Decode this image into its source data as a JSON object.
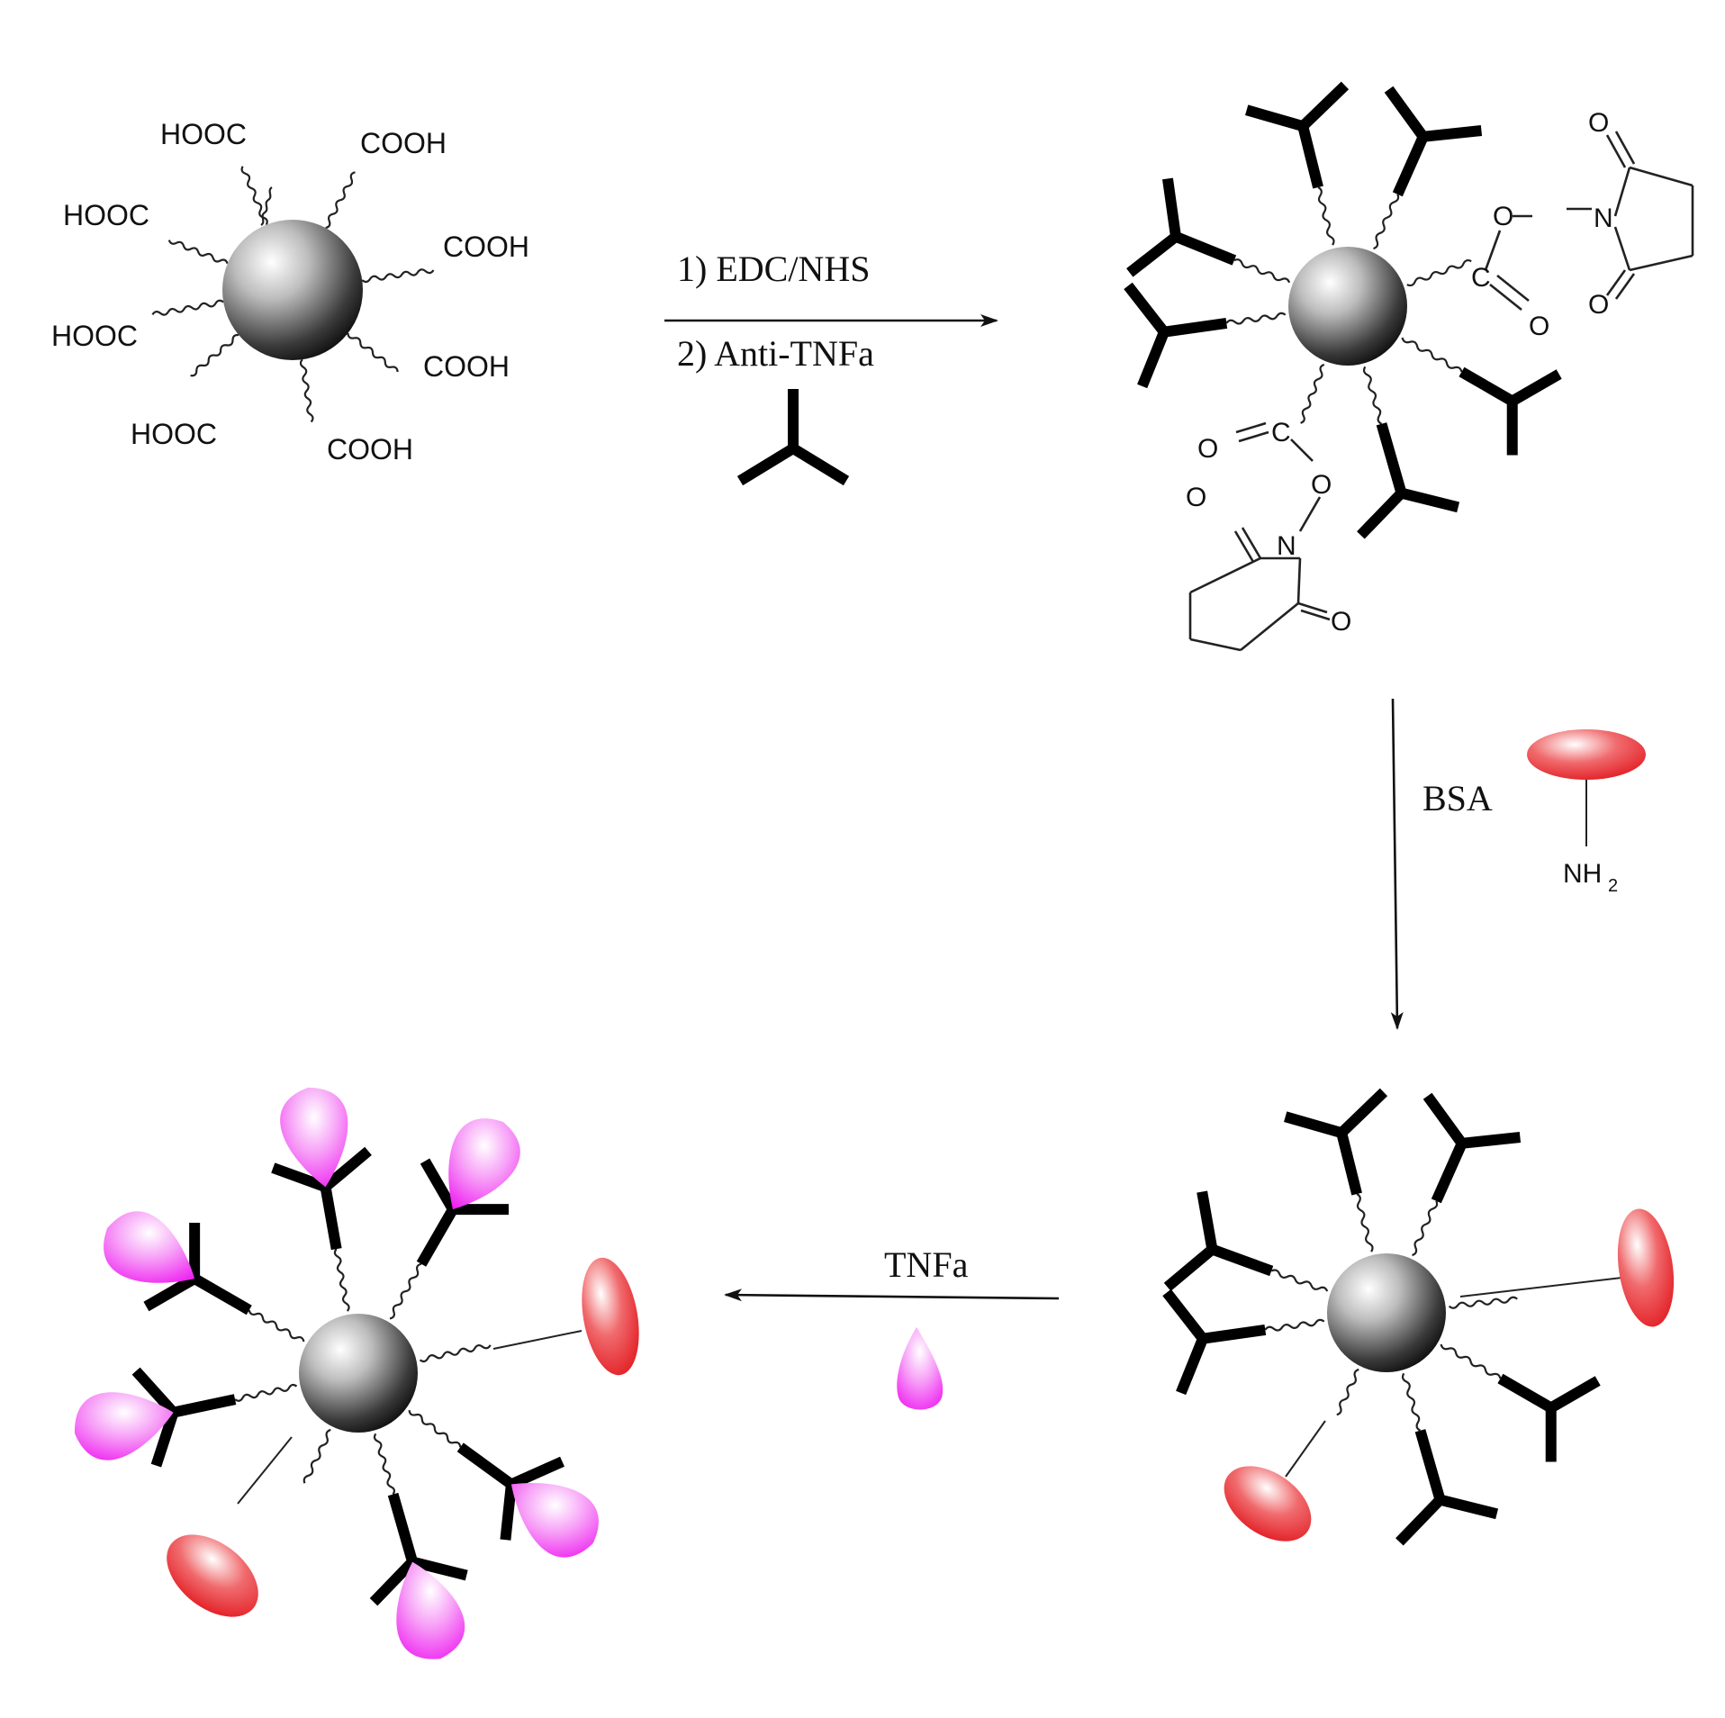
{
  "labels": {
    "cooh": "COOH",
    "hooc": "HOOC",
    "o": "O",
    "n": "N",
    "c": "C",
    "nh": "NH",
    "nh_sub": "2"
  },
  "steps": {
    "step1_line1": "1) EDC/NHS",
    "step1_line2": "2) Anti-TNFa",
    "step2": "BSA",
    "step3": "TNFa"
  },
  "colors": {
    "antibody": "#000000",
    "bsa": "#e8262b",
    "tnfa": "#ff40ff",
    "particle": "#555555"
  }
}
